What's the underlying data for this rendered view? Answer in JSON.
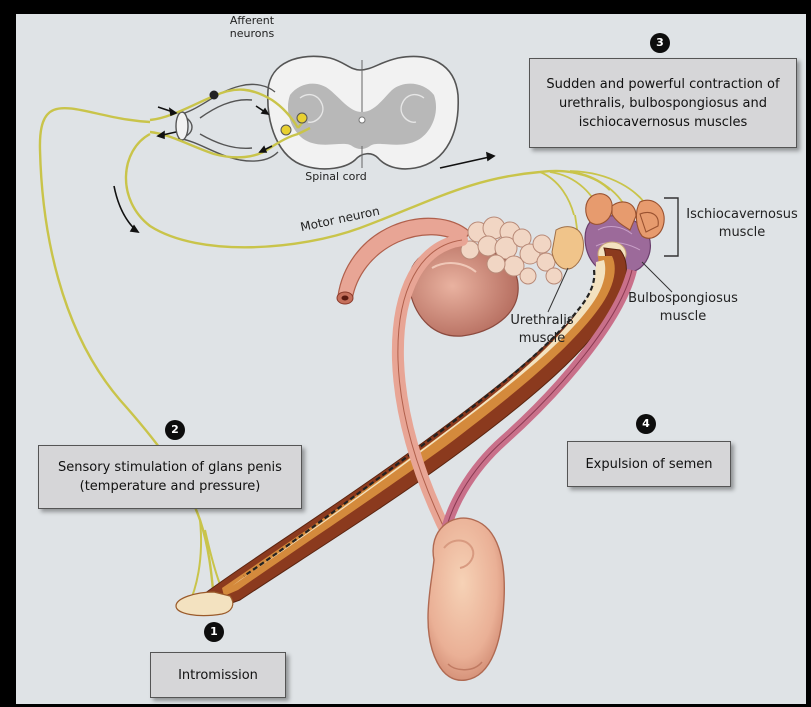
{
  "labels": {
    "afferent": [
      "Afferent",
      "neurons"
    ],
    "spinal_cord": "Spinal cord",
    "motor_neuron": "Motor neuron",
    "ischiocavernosus": [
      "Ischiocavernosus",
      "muscle"
    ],
    "bulbospongiosus": [
      "Bulbospongiosus",
      "muscle"
    ],
    "urethralis": [
      "Urethralis",
      "muscle"
    ]
  },
  "steps": [
    {
      "number": "1",
      "lines": [
        "Intromission"
      ]
    },
    {
      "number": "2",
      "lines": [
        "Sensory stimulation of glans penis",
        "(temperature and pressure)"
      ]
    },
    {
      "number": "3",
      "lines": [
        "Sudden and powerful contraction of",
        "urethralis, bulbospongiosus and",
        "ischiocavernosus muscles"
      ]
    },
    {
      "number": "4",
      "lines": [
        "Expulsion of semen"
      ]
    }
  ],
  "colors": {
    "background": "#dfe3e6",
    "frame": "#000000",
    "nerve": "#c9c44a",
    "tissue_pink": "#e8a595",
    "tissue_dark": "#8b3a1e",
    "urethra_cream": "#f3e2c0",
    "box_fill": "#d6d6d8"
  }
}
